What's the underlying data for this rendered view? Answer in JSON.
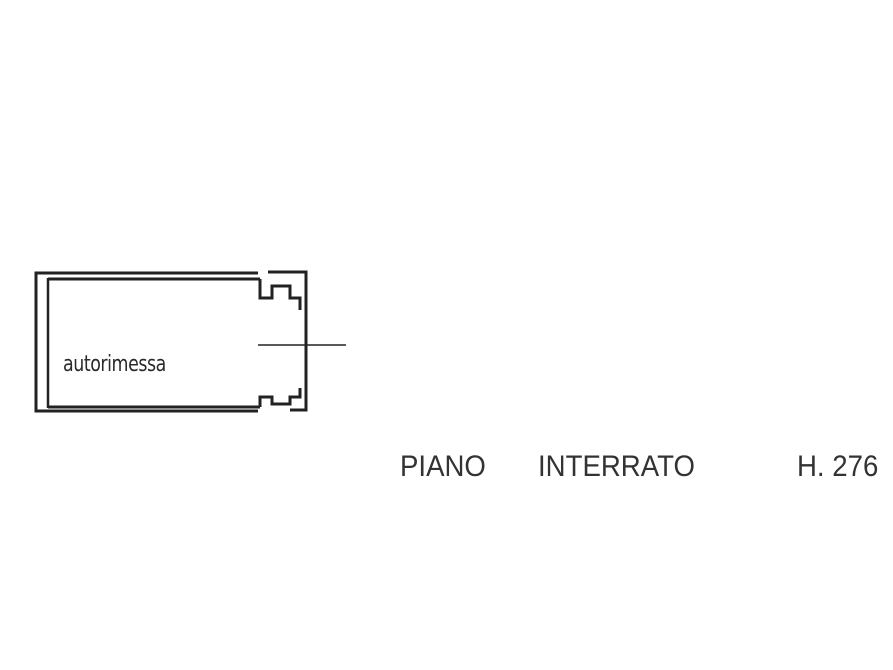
{
  "plan": {
    "room_label": "autorimessa",
    "floor_name": "PIANO",
    "floor_level": "INTERRATO",
    "height_label": "H. 276"
  }
}
